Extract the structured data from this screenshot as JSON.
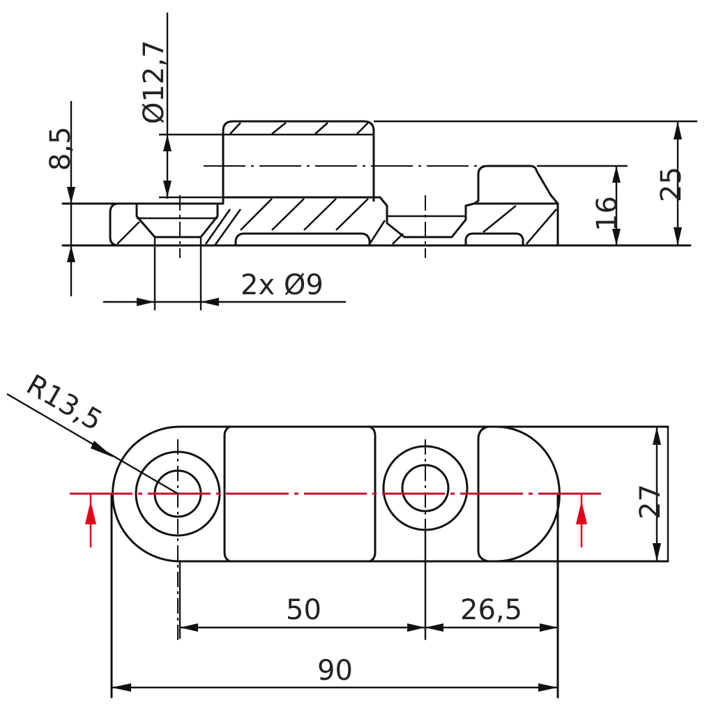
{
  "drawing": {
    "title": "Mechanical part drawing - section view and top view",
    "line_color": "#111111",
    "section_line_color": "#c8102e",
    "section_arrow_color": "#e3001b"
  },
  "section_view": {
    "dimensions": {
      "height_total": "25",
      "height_step": "16",
      "base_thickness": "8,5",
      "boss_diameter": "Ø12,7",
      "hole_count_diameter": "2x Ø9"
    }
  },
  "top_view": {
    "dimensions": {
      "radius": "R13,5",
      "width": "27",
      "hole_spacing": "50",
      "hole_to_end": "26,5",
      "overall_length": "90"
    }
  }
}
